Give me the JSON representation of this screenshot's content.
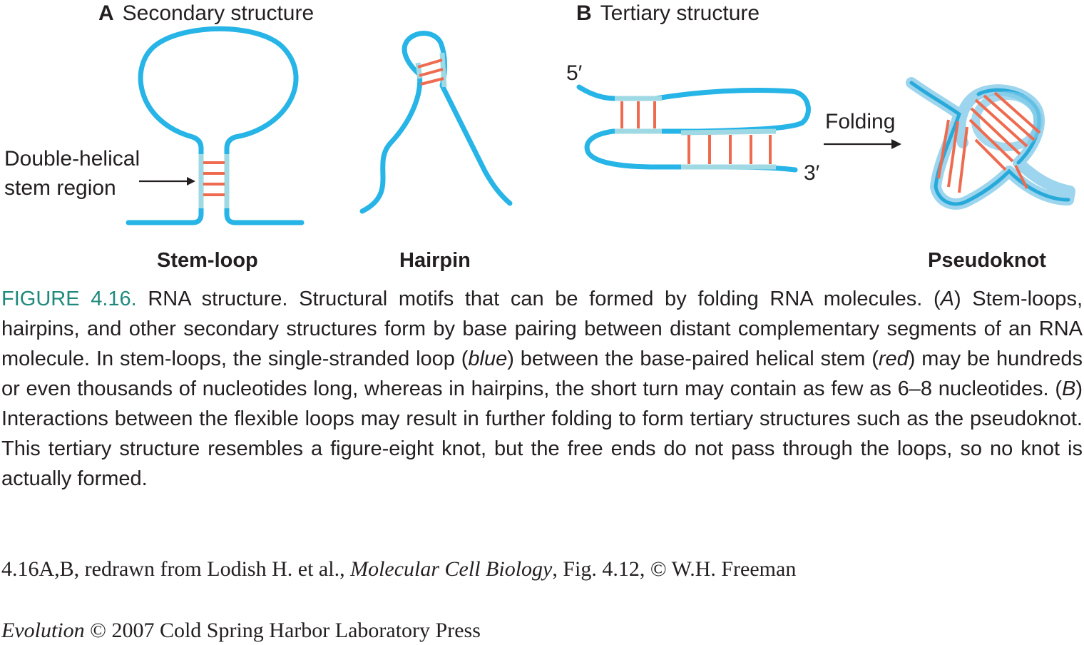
{
  "figure": {
    "panel_a": {
      "letter": "A",
      "title": "Secondary structure"
    },
    "panel_b": {
      "letter": "B",
      "title": "Tertiary structure"
    },
    "stem_annotation": {
      "line1": "Double-helical",
      "line2": "stem region"
    },
    "labels": {
      "stem_loop": "Stem-loop",
      "hairpin": "Hairpin",
      "pseudoknot": "Pseudoknot",
      "five_prime": "5′",
      "three_prime": "3′",
      "folding": "Folding"
    },
    "colors": {
      "strand": "#27b4e6",
      "paired_strand": "#9fd9e3",
      "base_pair": "#ee6b50",
      "figure_label": "#1f8a7c"
    }
  },
  "caption": {
    "figure_label": "FIGURE 4.16.",
    "s1": " RNA structure. Structural motifs that can be formed by folding RNA molecules. (",
    "s1_italic": "A",
    "s2": ") Stem-loops, hairpins, and other secondary structures form by base pairing between distant complementary segments of an RNA molecule. In stem-loops, the single-stranded loop (",
    "s2_italic": "blue",
    "s3": ") between the base-paired helical stem (",
    "s3_italic": "red",
    "s4": ") may be hundreds or even thousands of nucleotides long, whereas in hairpins, the short turn may contain as few as 6–8 nucleotides. (",
    "s4_italic": "B",
    "s5": ") Interactions between the flexible loops may result in further folding to form tertiary structures such as the pseudoknot. This tertiary structure resembles a figure-eight knot, but the free ends do not pass through the loops, so no knot is actually formed."
  },
  "credit": {
    "prefix": "4.16A,B, redrawn from Lodish H. et al., ",
    "book": "Molecular Cell Biology",
    "suffix": ", Fig. 4.12, © W.H. Freeman"
  },
  "copyright": {
    "book": "Evolution",
    "text": " © 2007 Cold Spring Harbor Laboratory Press"
  }
}
